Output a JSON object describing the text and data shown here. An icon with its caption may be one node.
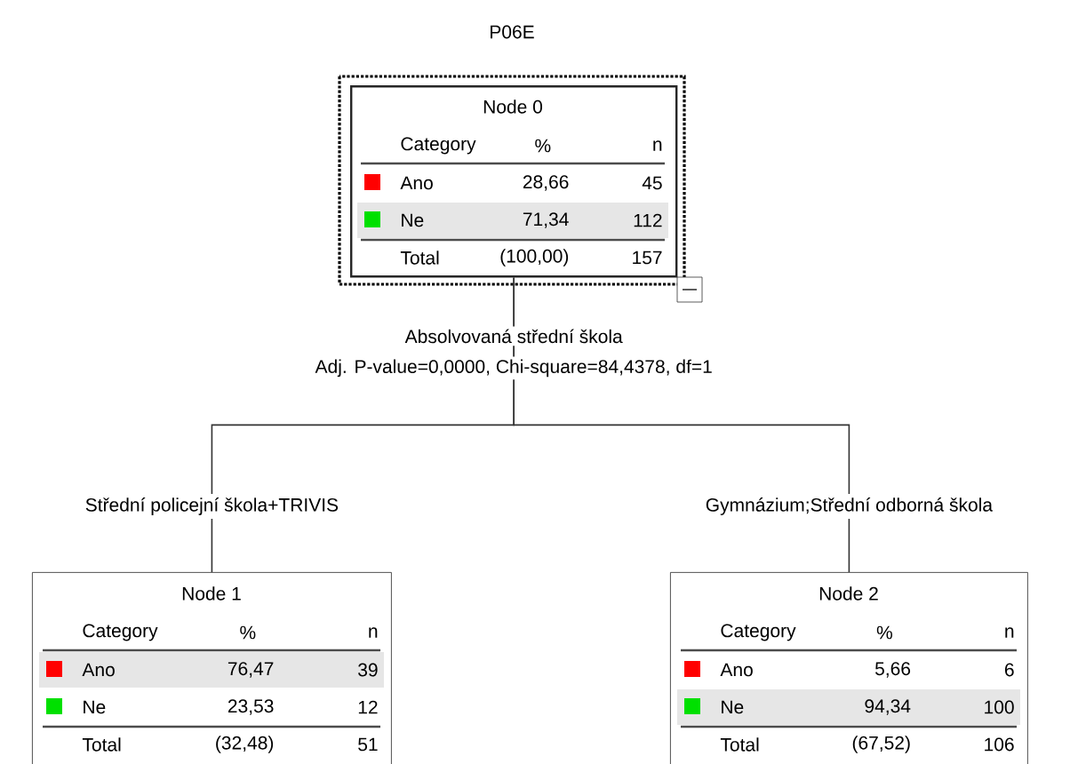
{
  "diagram": {
    "title": "P06E",
    "nodes": [
      {
        "text": [
          "Node 0",
          "Category",
          "%",
          "n",
          "Ano",
          "28,66",
          "45",
          "Ne",
          "71,34",
          "112",
          "Total",
          "(100,00)",
          "157"
        ],
        "beside": [
          "Absolvovaná střední škola",
          "Adj. P-value=0,0000, Chi-square=84,4378, df=1"
        ]
      },
      {
        "text": [
          "Node 1",
          "Category",
          "%",
          "n",
          "Ano",
          "76,47",
          "39",
          "Ne",
          "23,53",
          "12",
          "Total",
          "(32,48)",
          "51"
        ]
      },
      {
        "text": [
          "Node 2",
          "Category",
          "%",
          "n",
          "Ano",
          "5,66",
          "6",
          "Ne",
          "94,34",
          "100",
          "Total",
          "(67,52)",
          "106"
        ]
      }
    ],
    "edges": [
      {
        "from": 0,
        "to": 1,
        "arrow": "none",
        "label": "Střední policejní škola+TRIVIS"
      },
      {
        "from": 0,
        "to": 2,
        "arrow": "none",
        "label": "Gymnázium;Střední odborná škola"
      }
    ]
  }
}
